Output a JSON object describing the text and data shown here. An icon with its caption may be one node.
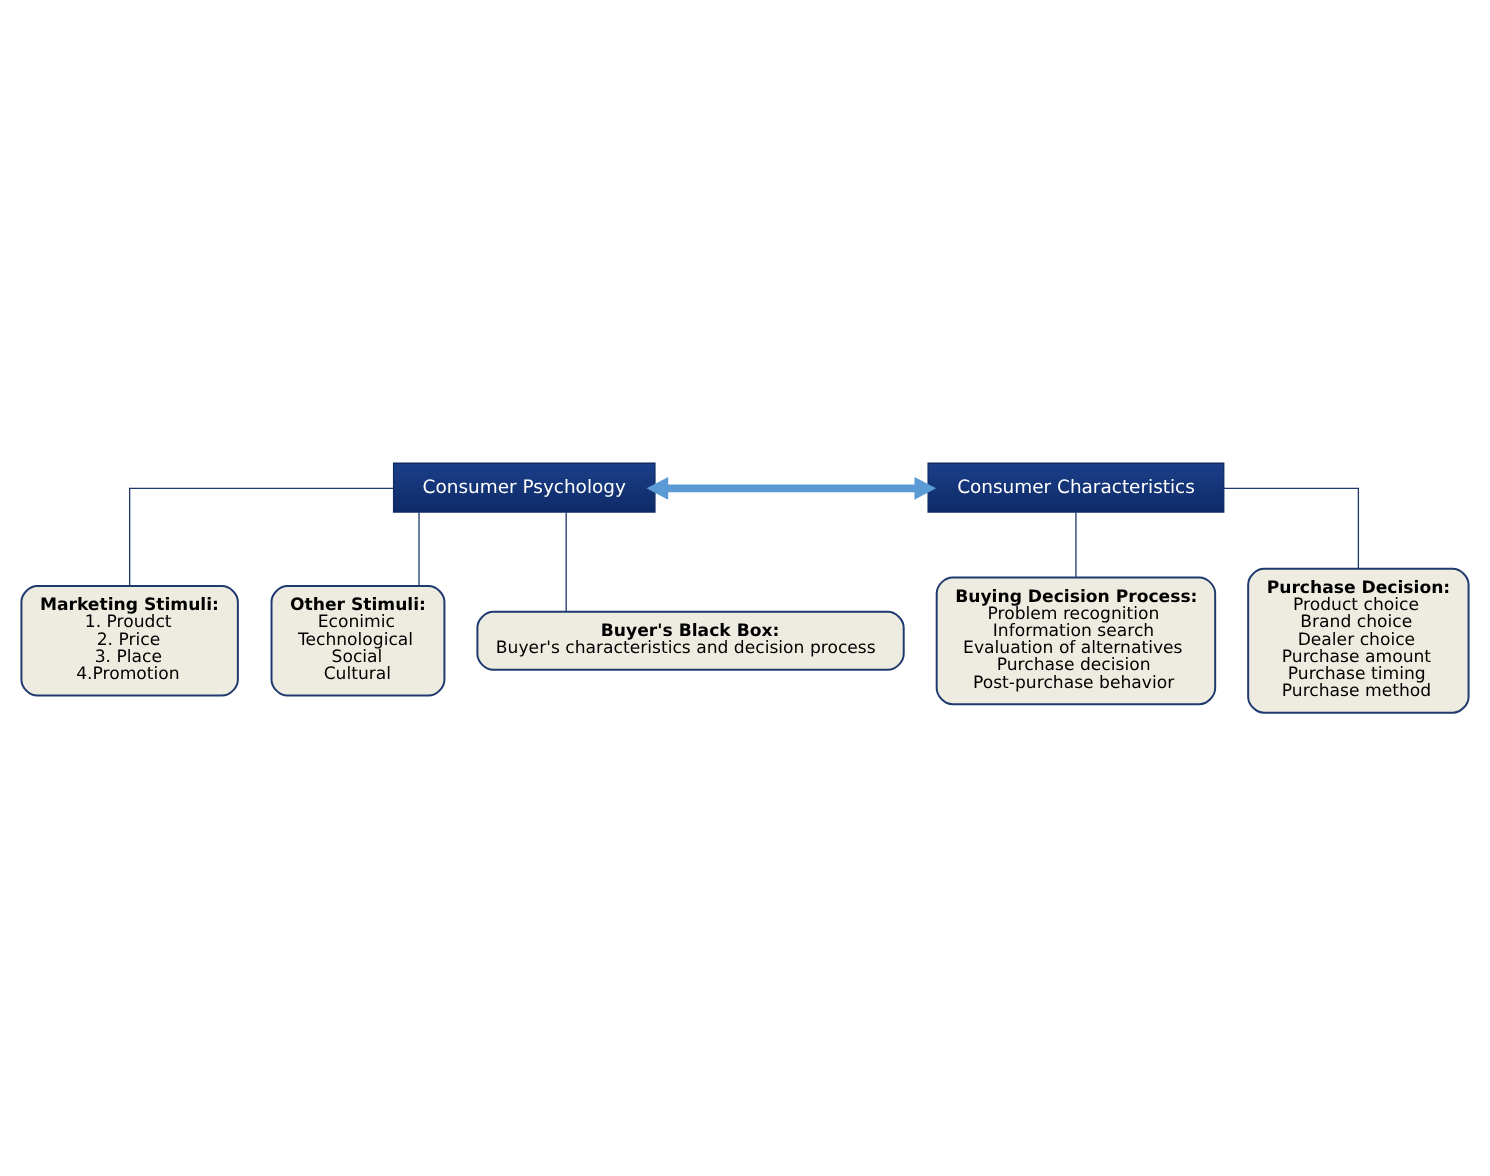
{
  "diagram": {
    "nodes": [
      {
        "text": [
          "Consumer Psychology"
        ]
      },
      {
        "text": [
          "Consumer Characteristics"
        ]
      },
      {
        "text": [
          "Marketing Stimuli:",
          "1. Proudct",
          "2. Price",
          "3. Place",
          "4.Promotion"
        ]
      },
      {
        "text": [
          "Other Stimuli:",
          "Econimic",
          "Technological",
          "Social",
          "Cultural"
        ]
      },
      {
        "text": [
          "Buyer's Black Box:",
          "Buyer's characteristics and decision process"
        ]
      },
      {
        "text": [
          "Buying Decision Process:",
          "Problem recognition",
          "Information search",
          "Evaluation of alternatives",
          "Purchase decision",
          "Post-purchase behavior"
        ]
      },
      {
        "text": [
          "Purchase Decision:",
          "Product choice",
          "Brand choice",
          "Dealer choice",
          "Purchase amount",
          "Purchase timing",
          "Purchase method"
        ]
      }
    ],
    "edges": [
      {
        "from": 0,
        "to": 1,
        "arrow": "both",
        "style": "thick",
        "color": "#5b9bd5"
      },
      {
        "from": 0,
        "to": 2,
        "arrow": "none"
      },
      {
        "from": 0,
        "to": 3,
        "arrow": "none"
      },
      {
        "from": 0,
        "to": 4,
        "arrow": "none"
      },
      {
        "from": 1,
        "to": 5,
        "arrow": "none"
      },
      {
        "from": 1,
        "to": 6,
        "arrow": "none"
      }
    ]
  }
}
